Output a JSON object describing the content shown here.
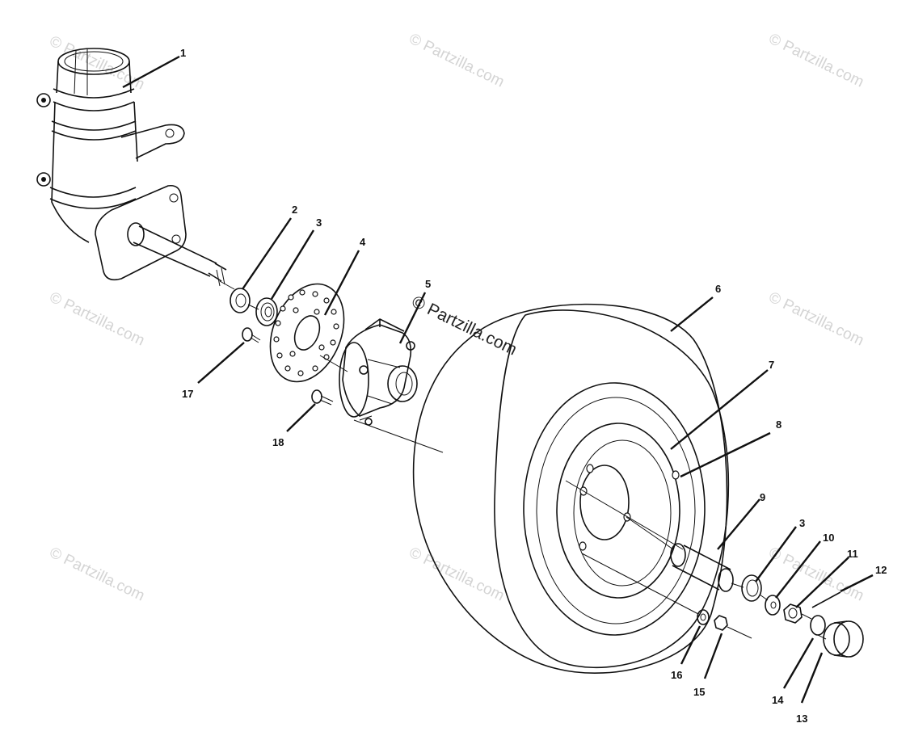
{
  "watermark_text": "© Partzilla.com",
  "callouts": [
    "1",
    "2",
    "3",
    "4",
    "5",
    "6",
    "7",
    "8",
    "9",
    "3",
    "10",
    "11",
    "12",
    "13",
    "14",
    "15",
    "16",
    "17",
    "18"
  ]
}
